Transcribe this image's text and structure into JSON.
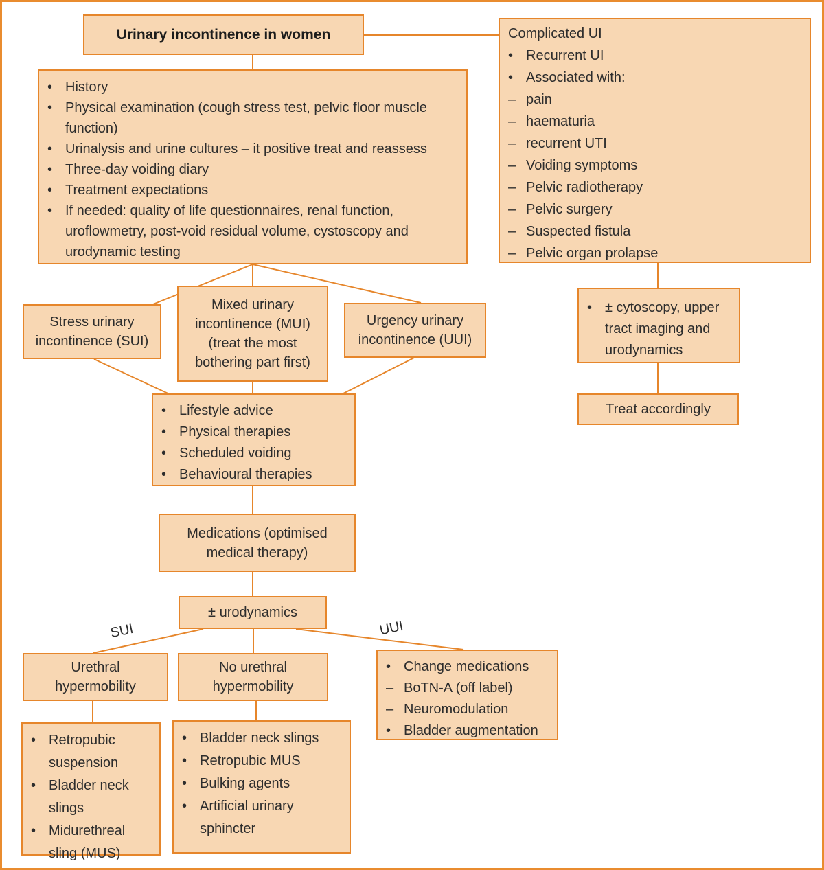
{
  "colors": {
    "border": "#E6862B",
    "fill": "#F8D7B3",
    "text": "#2D2D2D",
    "background": "#FFFFFF"
  },
  "title": "Urinary incontinence in women",
  "complicated_box": {
    "heading": "Complicated UI",
    "items": [
      {
        "marker": "•",
        "text": "Recurrent UI"
      },
      {
        "marker": "•",
        "text": "Associated with:"
      },
      {
        "marker": "–",
        "text": "pain"
      },
      {
        "marker": "–",
        "text": "haematuria"
      },
      {
        "marker": "–",
        "text": "recurrent UTI"
      },
      {
        "marker": "–",
        "text": "Voiding symptoms"
      },
      {
        "marker": "–",
        "text": "Pelvic radiotherapy"
      },
      {
        "marker": "–",
        "text": "Pelvic surgery"
      },
      {
        "marker": "–",
        "text": "Suspected fistula"
      },
      {
        "marker": "–",
        "text": "Pelvic organ prolapse"
      }
    ]
  },
  "assessment_box": {
    "items": [
      {
        "marker": "•",
        "text": "History"
      },
      {
        "marker": "•",
        "text": "Physical examination (cough stress test, pelvic floor muscle function)"
      },
      {
        "marker": "•",
        "text": "Urinalysis and urine cultures – it positive treat and reassess"
      },
      {
        "marker": "•",
        "text": "Three-day voiding diary"
      },
      {
        "marker": "•",
        "text": "Treatment expectations"
      },
      {
        "marker": "•",
        "text": "If needed: quality of life questionnaires, renal function, uroflowmetry, post-void residual volume, cystoscopy and urodynamic testing"
      }
    ]
  },
  "sui_box": "Stress urinary incontinence (SUI)",
  "mui_box": "Mixed urinary incontinence (MUI) (treat the most bothering part first)",
  "uui_box": "Urgency urinary incontinence (UUI)",
  "cyto_box": {
    "items": [
      {
        "marker": "•",
        "text": "± cytoscopy, upper tract imaging and urodynamics"
      }
    ]
  },
  "treat_box": "Treat accordingly",
  "conservative_box": {
    "items": [
      {
        "marker": "•",
        "text": "Lifestyle advice"
      },
      {
        "marker": "•",
        "text": "Physical therapies"
      },
      {
        "marker": "•",
        "text": "Scheduled voiding"
      },
      {
        "marker": "•",
        "text": "Behavioural therapies"
      }
    ]
  },
  "medications_box": "Medications (optimised medical therapy)",
  "urodynamics_box": "± urodynamics",
  "branch_labels": {
    "left": "SUI",
    "right": "UUI"
  },
  "urethral_box": "Urethral hypermobility",
  "no_urethral_box": "No urethral hypermobility",
  "uui_treatment_box": {
    "items": [
      {
        "marker": "•",
        "text": "Change medications"
      },
      {
        "marker": "–",
        "text": "BoTN-A (off label)"
      },
      {
        "marker": "–",
        "text": "Neuromodulation"
      },
      {
        "marker": "•",
        "text": "Bladder augmentation"
      }
    ]
  },
  "urethral_treatment_box": {
    "items": [
      {
        "marker": "•",
        "text": "Retropubic suspension"
      },
      {
        "marker": "•",
        "text": "Bladder neck slings"
      },
      {
        "marker": "•",
        "text": "Midurethreal sling (MUS)"
      }
    ]
  },
  "no_urethral_treatment_box": {
    "items": [
      {
        "marker": "•",
        "text": "Bladder neck slings"
      },
      {
        "marker": "•",
        "text": "Retropubic MUS"
      },
      {
        "marker": "•",
        "text": "Bulking agents"
      },
      {
        "marker": "•",
        "text": "Artificial urinary sphincter"
      }
    ]
  }
}
